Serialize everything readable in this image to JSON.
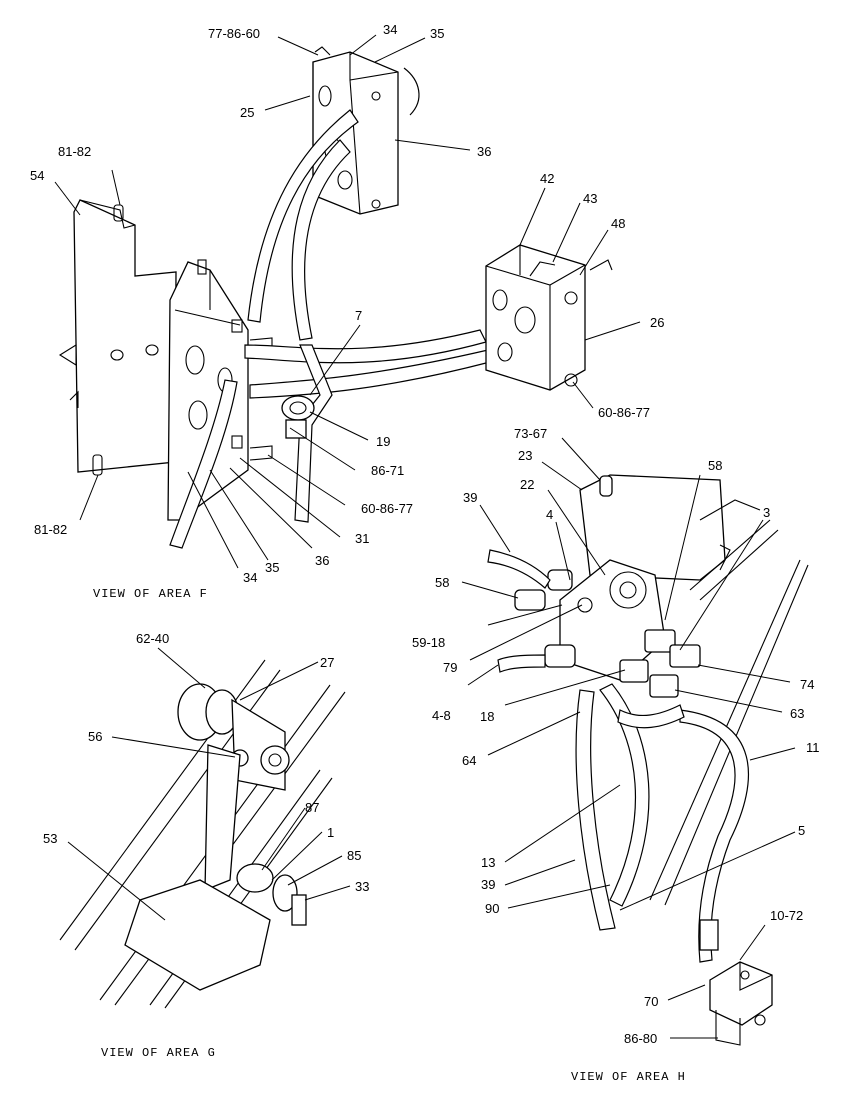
{
  "views": {
    "f": {
      "caption": "VIEW OF AREA F"
    },
    "g": {
      "caption": "VIEW OF AREA G"
    },
    "h": {
      "caption": "VIEW OF AREA H"
    }
  },
  "callouts": {
    "f": [
      {
        "id": "77-86-60",
        "label": "77-86-60"
      },
      {
        "id": "34-top",
        "label": "34"
      },
      {
        "id": "35-top",
        "label": "35"
      },
      {
        "id": "25",
        "label": "25"
      },
      {
        "id": "36-top",
        "label": "36"
      },
      {
        "id": "81-82-top",
        "label": "81-82"
      },
      {
        "id": "54",
        "label": "54"
      },
      {
        "id": "42",
        "label": "42"
      },
      {
        "id": "43",
        "label": "43"
      },
      {
        "id": "48",
        "label": "48"
      },
      {
        "id": "26",
        "label": "26"
      },
      {
        "id": "7",
        "label": "7"
      },
      {
        "id": "60-86-77-right",
        "label": "60-86-77"
      },
      {
        "id": "19",
        "label": "19"
      },
      {
        "id": "86-71",
        "label": "86-71"
      },
      {
        "id": "60-86-77-lower",
        "label": "60-86-77"
      },
      {
        "id": "31",
        "label": "31"
      },
      {
        "id": "36-bottom",
        "label": "36"
      },
      {
        "id": "35-bottom",
        "label": "35"
      },
      {
        "id": "34-bottom",
        "label": "34"
      },
      {
        "id": "81-82-bottom",
        "label": "81-82"
      }
    ],
    "h": [
      {
        "id": "73-67",
        "label": "73-67"
      },
      {
        "id": "23",
        "label": "23"
      },
      {
        "id": "58-top",
        "label": "58"
      },
      {
        "id": "39-top",
        "label": "39"
      },
      {
        "id": "22",
        "label": "22"
      },
      {
        "id": "3",
        "label": "3"
      },
      {
        "id": "4",
        "label": "4"
      },
      {
        "id": "58-left",
        "label": "58"
      },
      {
        "id": "59-18",
        "label": "59-18"
      },
      {
        "id": "79",
        "label": "79"
      },
      {
        "id": "74",
        "label": "74"
      },
      {
        "id": "4-8",
        "label": "4-8"
      },
      {
        "id": "18",
        "label": "18"
      },
      {
        "id": "63",
        "label": "63"
      },
      {
        "id": "64",
        "label": "64"
      },
      {
        "id": "11",
        "label": "11"
      },
      {
        "id": "5",
        "label": "5"
      },
      {
        "id": "13",
        "label": "13"
      },
      {
        "id": "39-bottom",
        "label": "39"
      },
      {
        "id": "90",
        "label": "90"
      },
      {
        "id": "10-72",
        "label": "10-72"
      },
      {
        "id": "70",
        "label": "70"
      },
      {
        "id": "86-80",
        "label": "86-80"
      }
    ],
    "g": [
      {
        "id": "62-40",
        "label": "62-40"
      },
      {
        "id": "27",
        "label": "27"
      },
      {
        "id": "56",
        "label": "56"
      },
      {
        "id": "87",
        "label": "87"
      },
      {
        "id": "1",
        "label": "1"
      },
      {
        "id": "85",
        "label": "85"
      },
      {
        "id": "33",
        "label": "33"
      },
      {
        "id": "53",
        "label": "53"
      }
    ]
  }
}
